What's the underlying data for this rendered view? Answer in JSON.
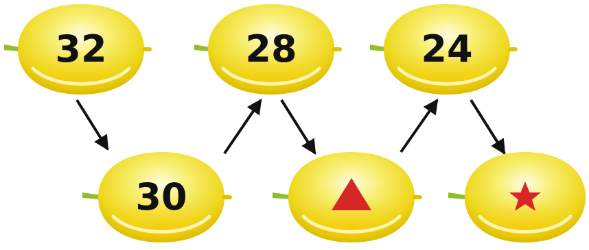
{
  "colors": {
    "lemon_light": "#fbf7a0",
    "lemon_mid": "#f3e23a",
    "lemon_dark": "#e9c400",
    "stem": "#8fbf2a",
    "arrow": "#111111",
    "symbol_red": "#d62626"
  },
  "lemons": [
    {
      "id": "lemon-32",
      "content_type": "number",
      "value": "32"
    },
    {
      "id": "lemon-30",
      "content_type": "number",
      "value": "30"
    },
    {
      "id": "lemon-28",
      "content_type": "number",
      "value": "28"
    },
    {
      "id": "lemon-triangle",
      "content_type": "symbol",
      "icon": "red-triangle-icon"
    },
    {
      "id": "lemon-24",
      "content_type": "number",
      "value": "24"
    },
    {
      "id": "lemon-star",
      "content_type": "symbol",
      "icon": "red-star-icon"
    }
  ],
  "arrows": [
    {
      "from": "lemon-32",
      "to": "lemon-30"
    },
    {
      "from": "lemon-30",
      "to": "lemon-28"
    },
    {
      "from": "lemon-28",
      "to": "lemon-triangle"
    },
    {
      "from": "lemon-triangle",
      "to": "lemon-24"
    },
    {
      "from": "lemon-24",
      "to": "lemon-star"
    }
  ]
}
